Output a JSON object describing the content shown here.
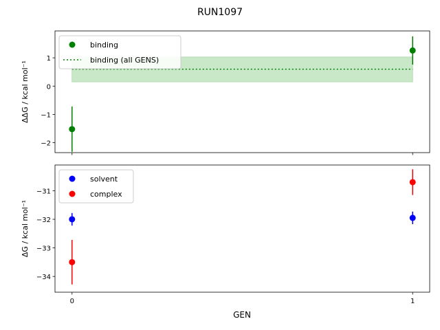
{
  "figure": {
    "title": "RUN1097",
    "xlabel": "GEN"
  },
  "chart_data": [
    {
      "type": "scatter",
      "panel": "top",
      "ylabel": "ΔΔG / kcal mol⁻¹",
      "xlim": [
        -0.05,
        1.05
      ],
      "ylim": [
        -2.35,
        1.95
      ],
      "yticks": [
        1,
        0,
        -1,
        -2
      ],
      "ytick_labels": [
        "1",
        "0",
        "−1",
        "−2"
      ],
      "xticks": [
        0,
        1
      ],
      "xtick_labels": [],
      "grid": false,
      "legend_position": "top-left",
      "series": [
        {
          "name": "binding",
          "kind": "errorbar",
          "color": "#008000",
          "x": [
            0,
            1
          ],
          "y": [
            -1.52,
            1.26
          ],
          "yerr": [
            0.8,
            0.5
          ]
        }
      ],
      "reference": {
        "name": "binding (all GENS)",
        "color": "#008000",
        "band_color": "#b2dfb2",
        "y": 0.6,
        "band": [
          0.15,
          1.03
        ],
        "x_range": [
          0,
          1
        ]
      }
    },
    {
      "type": "scatter",
      "panel": "bottom",
      "ylabel": "ΔG / kcal mol⁻¹",
      "xlim": [
        -0.05,
        1.05
      ],
      "ylim": [
        -34.55,
        -30.1
      ],
      "yticks": [
        -31,
        -32,
        -33,
        -34
      ],
      "ytick_labels": [
        "−31",
        "−32",
        "−33",
        "−34"
      ],
      "xticks": [
        0,
        1
      ],
      "xtick_labels": [
        "0",
        "1"
      ],
      "grid": false,
      "legend_position": "top-left",
      "series": [
        {
          "name": "solvent",
          "kind": "errorbar",
          "color": "#0000ff",
          "x": [
            0,
            1
          ],
          "y": [
            -32.0,
            -31.95
          ],
          "yerr": [
            0.22,
            0.22
          ]
        },
        {
          "name": "complex",
          "kind": "errorbar",
          "color": "#ff0000",
          "x": [
            0,
            1
          ],
          "y": [
            -33.5,
            -30.7
          ],
          "yerr": [
            0.78,
            0.45
          ]
        }
      ]
    }
  ]
}
